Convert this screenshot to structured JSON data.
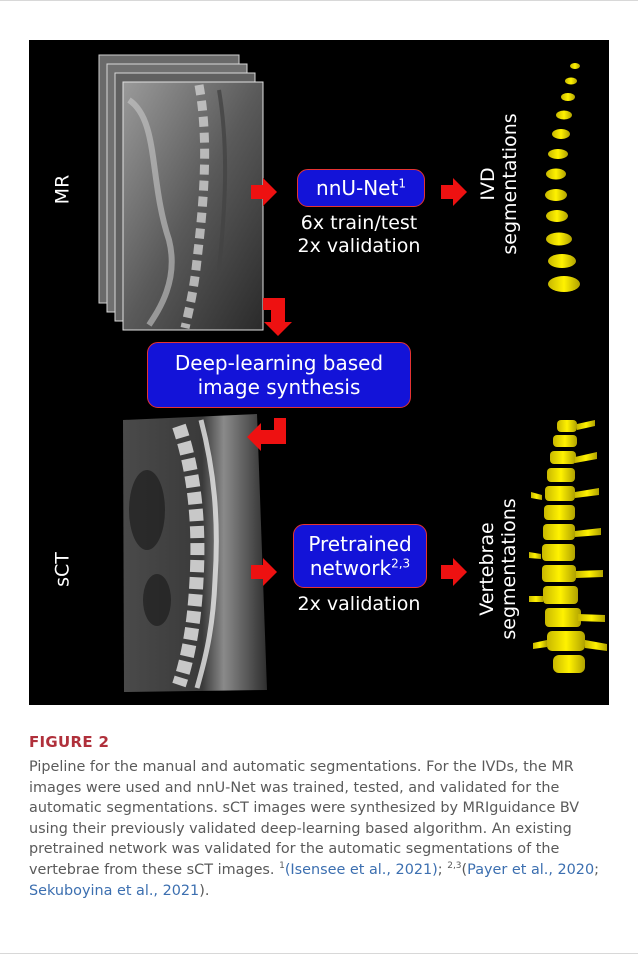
{
  "figure": {
    "labels": {
      "mr": "MR",
      "sct": "sCT",
      "ivd_line1": "IVD",
      "ivd_line2": "segmentations",
      "vert_line1": "Vertebrae",
      "vert_line2": "segmentations"
    },
    "boxes": {
      "nnunet": "nnU-Net",
      "nnunet_sup": "1",
      "synthesis_line1": "Deep-learning based",
      "synthesis_line2": "image synthesis",
      "pretrained_line1": "Pretrained",
      "pretrained_line2": "network",
      "pretrained_sup": "2,3"
    },
    "notes": {
      "train_test": "6x train/test",
      "validation_top": "2x validation",
      "validation_bottom": "2x validation"
    },
    "colors": {
      "background": "#000000",
      "box_fill": "#1313d8",
      "arrow": "#ee1111",
      "segmentation": "#f2e600"
    }
  },
  "caption": {
    "label": "FIGURE 2",
    "text_part1": "Pipeline for the manual and automatic segmentations. For the IVDs, the MR images were used and nnU-Net was trained, tested, and validated for the automatic segmentations. sCT images were synthesized by MRIguidance BV using their previously validated deep-learning based algorithm. An existing pretrained network was validated for the automatic segmentations of the vertebrae from these sCT images. ",
    "ref1_sup": "1",
    "ref1": "(Isensee et al., 2021)",
    "sep": "; ",
    "ref2_sup": "2,3",
    "ref2_open": "(",
    "ref2a": "Payer et al., 2020",
    "ref2_sep": "; ",
    "ref2b": "Sekuboyina et al., 2021",
    "ref2_close": ")."
  }
}
